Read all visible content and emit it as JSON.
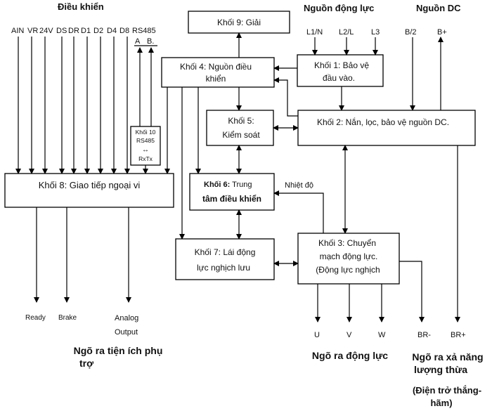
{
  "headings": {
    "control": "Điều khiển",
    "power_input": "Nguồn động lực",
    "dc_source": "Nguồn DC"
  },
  "control_pins": [
    "AIN",
    "VR",
    "24V",
    "DS",
    "DR",
    "D1",
    "D2",
    "D4",
    "D8",
    "RS485"
  ],
  "rs485_lines": [
    "A",
    "B."
  ],
  "power_pins": [
    "L1/N",
    "L2/L",
    "L3"
  ],
  "dc_pins": [
    "B/2",
    "B+"
  ],
  "blocks": {
    "b9": "Khối 9: Giải",
    "b4_line1": "Khối 4: Nguồn điều",
    "b4_line2": "khiển",
    "b1_line1": "Khối 1: Bảo vệ",
    "b1_line2": "đầu vào.",
    "b5_line1": "Khối 5:",
    "b5_line2": "Kiểm soát",
    "b2": "Khối 2: Nắn, lọc, bảo vệ nguồn DC.",
    "b10_line1": "Khối 10",
    "b10_line2": "RS485",
    "b10_line3": "↔",
    "b10_line4": "RxTx",
    "b8": "Khối 8: Giao tiếp ngoại vi",
    "b6_line1_prefix": "Khối 6:",
    "b6_line1_suffix": "Trung",
    "b6_line2": "tâm điều khiển",
    "b7_line1": "Khối 7: Lái động",
    "b7_line2": "lực nghịch lưu",
    "b3_line1": "Khối 3: Chuyển",
    "b3_line2": "mạch động lực.",
    "b3_line3": "(Động lực nghịch"
  },
  "temperature_label": "Nhiệt độ",
  "outputs": {
    "utility": [
      "Ready",
      "Brake"
    ],
    "analog_line1": "Analog",
    "analog_line2": "Output",
    "motor": [
      "U",
      "V",
      "W"
    ],
    "brake_res": [
      "BR-",
      "BR+"
    ]
  },
  "footers": {
    "utility_line1": "Ngõ ra tiện ích phụ",
    "utility_line2": "trợ",
    "motor": "Ngõ ra động lực",
    "discharge_line1": "Ngõ ra xả năng",
    "discharge_line2": "lượng thừa",
    "resistor_line1": "(Điện trở thắng-",
    "resistor_line2": "hãm)"
  }
}
